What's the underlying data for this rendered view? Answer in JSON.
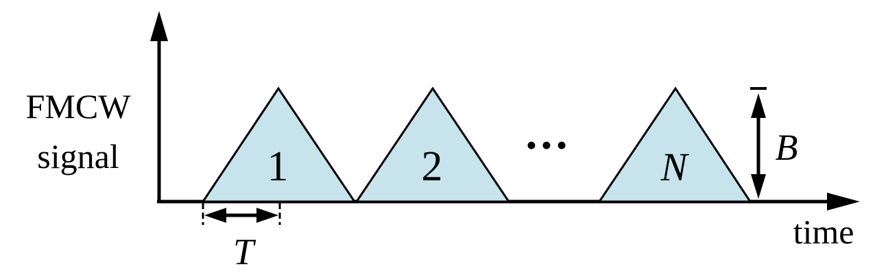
{
  "y_axis_label_line1": "FMCW",
  "y_axis_label_line2": "signal",
  "x_axis_label": "time",
  "chirps": [
    {
      "label": "1"
    },
    {
      "label": "2"
    },
    {
      "label": "N"
    }
  ],
  "ellipsis": "•••",
  "period_label": "T",
  "bandwidth_label": "B",
  "colors": {
    "chirp_fill": "#c7e3ec",
    "line": "#000000"
  }
}
